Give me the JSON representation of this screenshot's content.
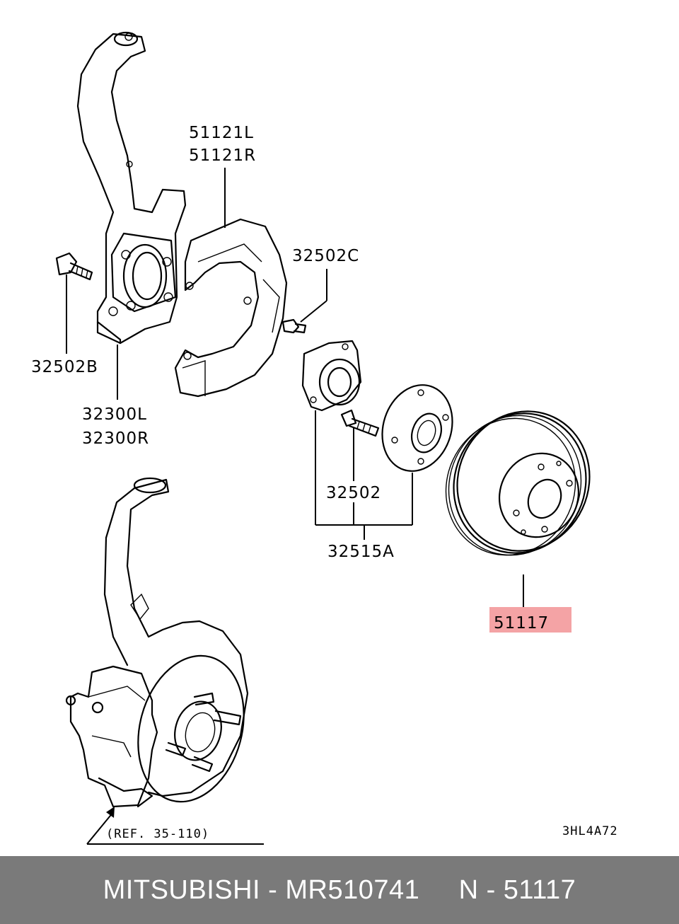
{
  "labels": {
    "p51121l": "51121L",
    "p51121r": "51121R",
    "p32502c": "32502C",
    "p32502b": "32502B",
    "p32300l": "32300L",
    "p32300r": "32300R",
    "p32502": "32502",
    "p32515a": "32515A",
    "p51117": "51117",
    "ref": "(REF. 35-110)",
    "code": "3HL4A72"
  },
  "colors": {
    "highlight": "#f4a3a5",
    "footer_bg": "#7a7a7a",
    "footer_text": "#ffffff"
  },
  "footer": {
    "text": "MITSUBISHI - MR510741     N - 51117"
  }
}
